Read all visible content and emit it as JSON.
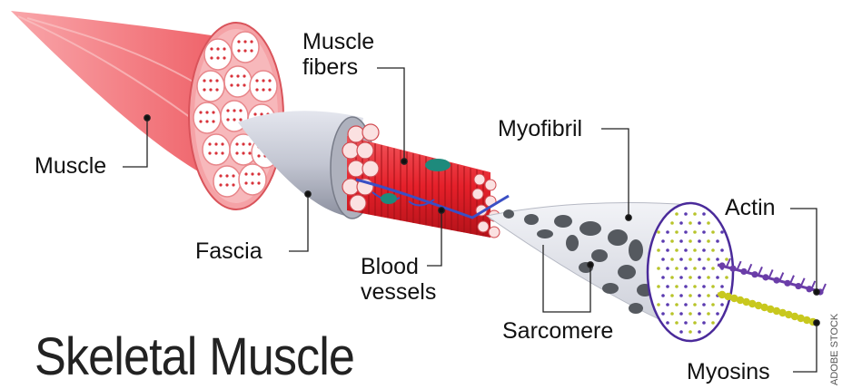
{
  "title": "Skeletal Muscle",
  "credit": "ADOBE STOCK",
  "labels": {
    "muscle": "Muscle",
    "fascia": "Fascia",
    "muscle_fibers_1": "Muscle",
    "muscle_fibers_2": "fibers",
    "blood_vessels_1": "Blood",
    "blood_vessels_2": "vessels",
    "myofibril": "Myofibril",
    "sarcomere": "Sarcomere",
    "actin": "Actin",
    "myosins": "Myosins"
  },
  "colors": {
    "muscle": "#f2747a",
    "muscle_light": "#fbd3d3",
    "fascia": "#b9bcc8",
    "fibers": "#e8202a",
    "blood_vessel": "#3a4fc4",
    "node": "#1e8a7c",
    "myofibril": "#dfe1e8",
    "sarcomere_spot": "#55595f",
    "actin": "#6a3da8",
    "myosin": "#c8c81e"
  }
}
